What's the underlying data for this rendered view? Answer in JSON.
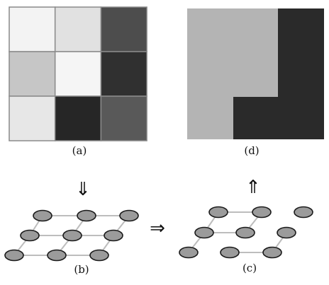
{
  "panels": {
    "a": {
      "label": "(a)",
      "grid": [
        [
          "#f3f3f3",
          "#e1e1e1",
          "#4d4d4d"
        ],
        [
          "#c6c6c6",
          "#f5f5f5",
          "#303030"
        ],
        [
          "#e7e7e7",
          "#262626",
          "#595959"
        ]
      ]
    },
    "b": {
      "label": "(b)"
    },
    "c": {
      "label": "(c)"
    },
    "d": {
      "label": "(d)",
      "light_color": "#b4b4b4",
      "dark_color": "#2a2a2a"
    }
  },
  "arrows": {
    "down": "⇓",
    "right": "⇒",
    "up": "⇑"
  },
  "colors": {
    "node_fill": "#9b9b9b",
    "node_stroke": "#1a1a1a",
    "edge": "#bdbdbd",
    "grid_line": "#8a8a8a"
  }
}
